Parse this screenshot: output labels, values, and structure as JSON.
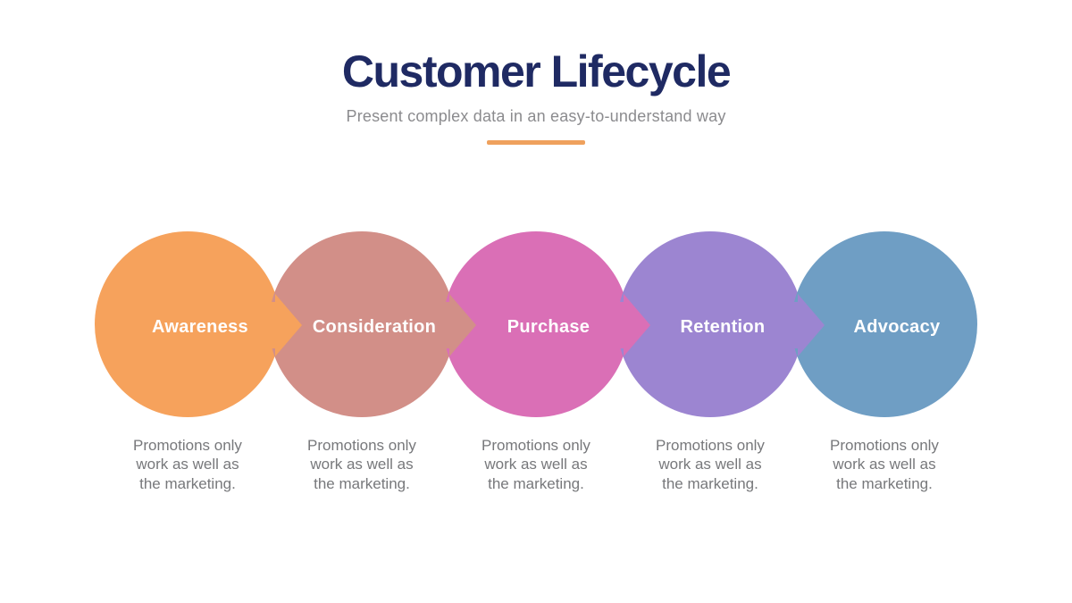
{
  "header": {
    "title": "Customer Lifecycle",
    "subtitle": "Present complex data in an easy-to-understand way"
  },
  "theme": {
    "background": "#FFFFFF",
    "title_color": "#1F2A63",
    "subtitle_color": "#8B8B8E",
    "accent_underline_color": "#EFA15D",
    "stage_label_color": "#FFFFFF",
    "description_color": "#77787B"
  },
  "stages": [
    {
      "label": "Awareness",
      "color": "#F6A25C",
      "description": "Promotions only\nwork as well as\nthe marketing."
    },
    {
      "label": "Consideration",
      "color": "#D28F88",
      "description": "Promotions only\nwork as well as\nthe marketing."
    },
    {
      "label": "Purchase",
      "color": "#DA6FB6",
      "description": "Promotions only\nwork as well as\nthe marketing."
    },
    {
      "label": "Retention",
      "color": "#9C85D1",
      "description": "Promotions only\nwork as well as\nthe marketing."
    },
    {
      "label": "Advocacy",
      "color": "#6F9EC4",
      "description": "Promotions only\nwork as well as\nthe marketing."
    }
  ]
}
